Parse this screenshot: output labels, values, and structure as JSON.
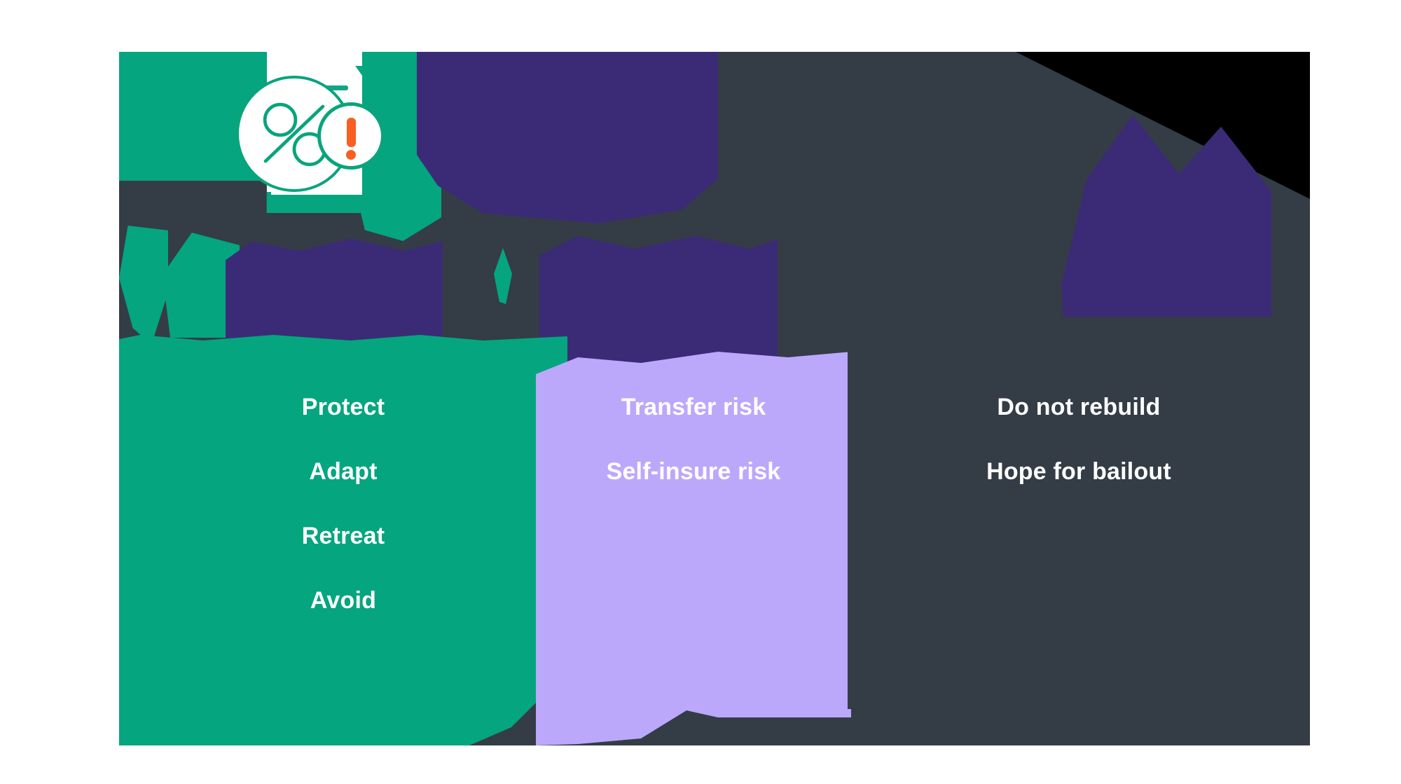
{
  "graphic": {
    "title_masked": true,
    "palette": {
      "green": "#05A57F",
      "deep_purple": "#3B2B76",
      "light_purple": "#BBA8FA",
      "charcoal": "#343C46",
      "red": "#C62B33",
      "orange": "#F95E23",
      "white": "#FFFFFF",
      "black": "#000000"
    },
    "icons": {
      "percent_doc": "percent-document-icon",
      "exclamation": "exclamation-badge-icon",
      "prohibition": "prohibition-badge-icon"
    }
  },
  "columns": [
    {
      "name": "protect",
      "color": "#05A57F",
      "items": [
        "Protect",
        "Adapt",
        "Retreat",
        "Avoid"
      ]
    },
    {
      "name": "transfer",
      "color": "#BBA8FA",
      "items": [
        "Transfer risk",
        "Self-insure risk"
      ]
    },
    {
      "name": "do-nothing",
      "color": "#343C46",
      "items": [
        "Do not rebuild",
        "Hope for bailout"
      ]
    }
  ]
}
